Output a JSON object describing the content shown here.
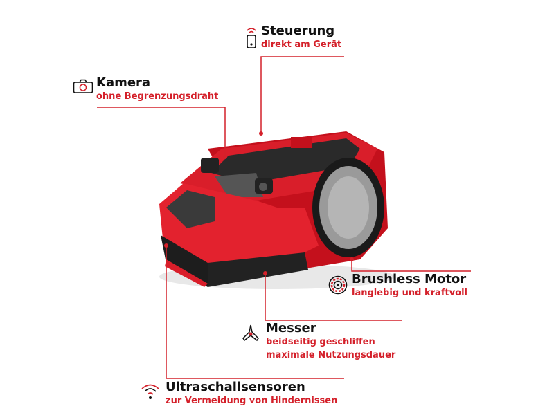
{
  "accent_color": "#d4202a",
  "callouts": {
    "steuerung": {
      "icon": "remote-signal-icon",
      "title": "Steuerung",
      "lines": [
        "direkt am Gerät"
      ]
    },
    "kamera": {
      "icon": "camera-icon",
      "title": "Kamera",
      "lines": [
        "ohne Begrenzungsdraht"
      ]
    },
    "motor": {
      "icon": "motor-icon",
      "title": "Brushless Motor",
      "lines": [
        "langlebig und kraftvoll"
      ]
    },
    "messer": {
      "icon": "blade-icon",
      "title": "Messer",
      "lines": [
        "beidseitig geschliffen",
        "maximale Nutzungsdauer"
      ]
    },
    "ultraschall": {
      "icon": "ultrasonic-icon",
      "title": "Ultraschallsensoren",
      "lines": [
        "zur Vermeidung von Hindernissen"
      ]
    }
  }
}
